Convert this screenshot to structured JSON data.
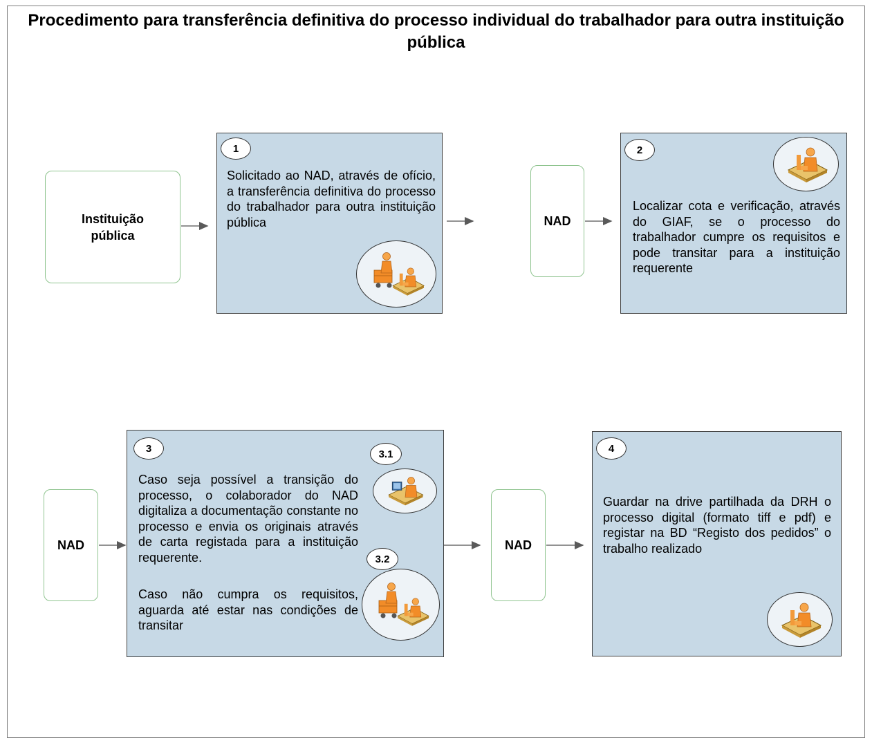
{
  "title": "Procedimento para transferência definitiva do processo individual do trabalhador para outra instituição pública",
  "actors": {
    "a1": "Instituição pública",
    "a2": "NAD",
    "a3": "NAD",
    "a4": "NAD"
  },
  "steps": {
    "s1": {
      "number": "1",
      "text": "Solicitado ao NAD, através de ofício, a transferência definitiva do processo do trabalhador para outra instituição pública",
      "icon": "archivist-and-worker-icon"
    },
    "s2": {
      "number": "2",
      "text": "Localizar cota e verificação, através do GIAF, se o processo do trabalhador cumpre os requisitos e pode transitar para a instituição requerente",
      "icon": "worker-at-desk-icon"
    },
    "s3": {
      "number": "3",
      "text1": "Caso seja possível a transição do processo, o colaborador do NAD digitaliza a documentação constante no processo e envia os originais através de carta registada para a instituição requerente.",
      "text2": "Caso não cumpra os requisitos, aguarda até estar nas condições de transitar",
      "sub1": "3.1",
      "sub2": "3.2",
      "icon1": "worker-at-computer-icon",
      "icon2": "archivist-and-worker-icon"
    },
    "s4": {
      "number": "4",
      "text": "Guardar na drive partilhada da DRH o processo digital (formato tiff e pdf) e registar na BD “Registo dos pedidos” o trabalho realizado",
      "icon": "worker-at-desk-icon"
    }
  },
  "colors": {
    "step_fill": "#c7d9e6",
    "actor_border": "#8fc48f",
    "icon_orange": "#f28c28"
  }
}
